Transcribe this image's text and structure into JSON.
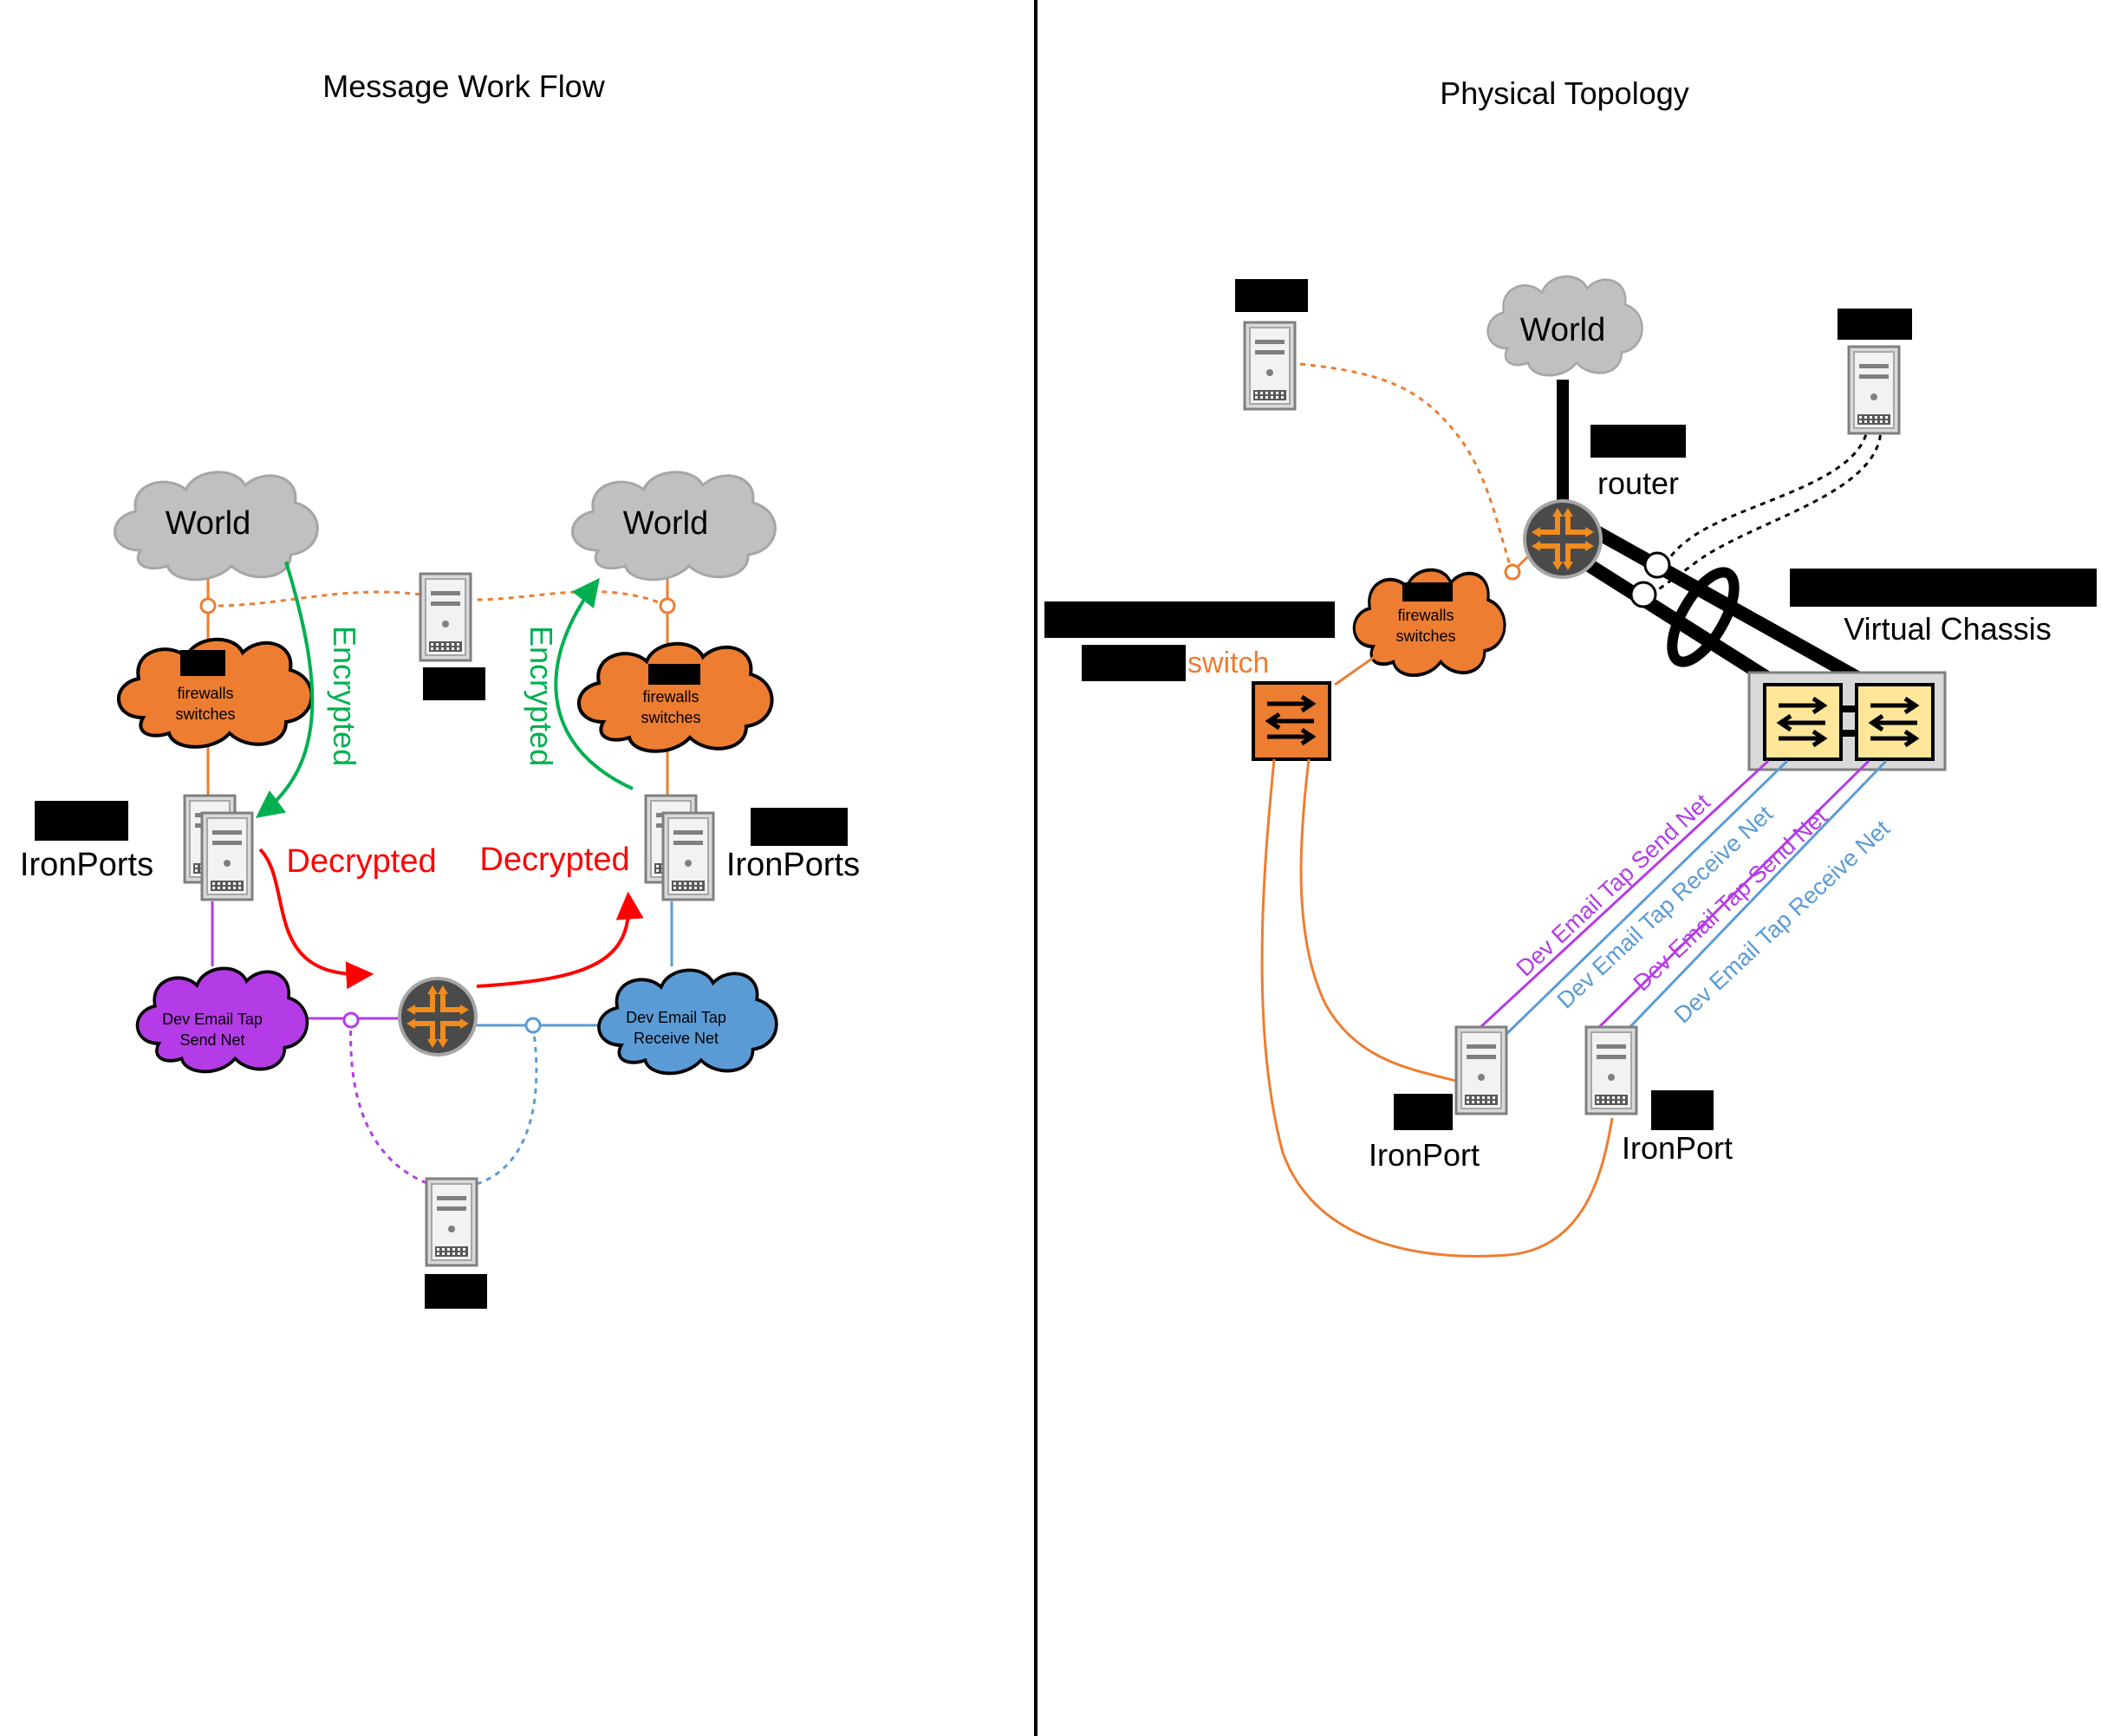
{
  "panels": {
    "left_title": "Message Work Flow",
    "right_title": "Physical Topology"
  },
  "clouds": {
    "world": "World",
    "firewalls_line1": "firewalls",
    "firewalls_line2": "switches",
    "send_net_line1": "Dev Email Tap",
    "send_net_line2": "Send Net",
    "receive_net_line1": "Dev Email Tap",
    "receive_net_line2": "Receive Net"
  },
  "labels": {
    "ironports": "IronPorts",
    "ironport": "IronPort",
    "encrypted": "Encrypted",
    "decrypted": "Decrypted",
    "router": "router",
    "switch": "switch",
    "virtual_chassis": "Virtual Chassis",
    "send_net": "Dev Email Tap Send Net",
    "receive_net": "Dev Email Tap Receive Net"
  },
  "colors": {
    "orange": "#ED7D31",
    "purple": "#B43CE6",
    "blue": "#5B9BD5",
    "green": "#00B050",
    "red": "#FF0000",
    "cloud_gray": "#C0C0C0",
    "router_dark": "#4A4A4A",
    "switch_yellow": "#FFE699"
  },
  "icons": [
    "cloud-icon",
    "server-icon",
    "router-icon",
    "switch-icon",
    "redaction-box"
  ]
}
